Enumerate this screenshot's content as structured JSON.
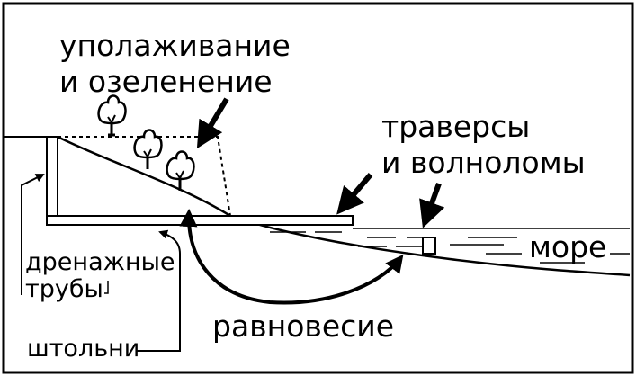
{
  "labels": {
    "slope_line1": "уполаживание",
    "slope_line2": "и озеленение",
    "traverse_line1": "траверсы",
    "traverse_line2": "и волноломы",
    "sea": "море",
    "drain_line1": "дренажные",
    "drain_line2": "трубы",
    "adits": "штольни",
    "equilibrium": "равновесие"
  },
  "colors": {
    "ink": "#000000",
    "paper": "#ffffff"
  }
}
